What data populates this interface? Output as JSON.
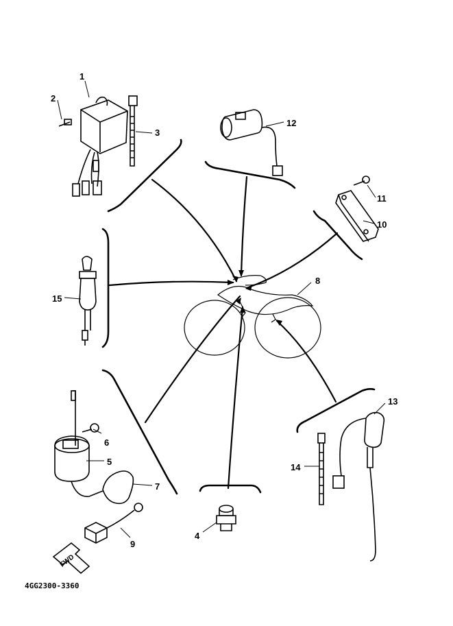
{
  "diagram": {
    "part_code": "4GG2300-3360",
    "front_arrow_label": "FWD",
    "callouts": {
      "c1": "1",
      "c2": "2",
      "c3": "3",
      "c4": "4",
      "c5": "5",
      "c6": "6",
      "c7": "7",
      "c8": "8",
      "c9": "9",
      "c10": "10",
      "c11": "11",
      "c12": "12",
      "c13": "13",
      "c14": "14",
      "c15": "15"
    }
  }
}
